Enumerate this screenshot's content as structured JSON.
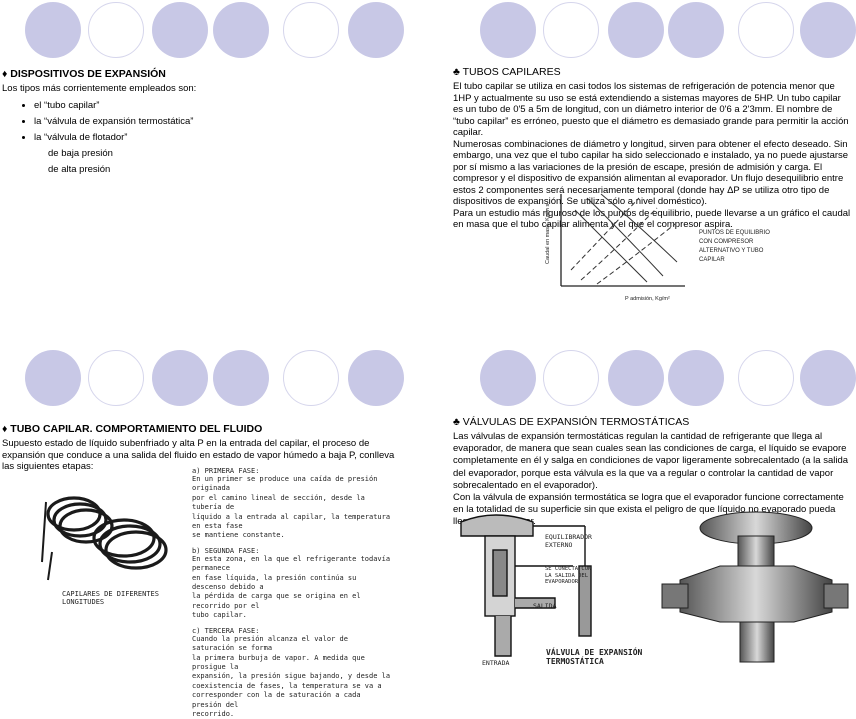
{
  "panel1": {
    "title": "♦ DISPOSITIVOS DE EXPANSIÓN",
    "intro": "Los tipos más corrientemente empleados son:",
    "bullets": [
      "el “tubo capilar”",
      "la “válvula de expansión termostática”",
      "la “válvula de flotador”"
    ],
    "sub1": "de baja presión",
    "sub2": "de alta presión"
  },
  "panel2": {
    "title": "♣ TUBOS CAPILARES",
    "p1": "El tubo capilar se utiliza en casi todos los sistemas de refrigeración de potencia menor que 1HP y actualmente su uso se está extendiendo a sistemas mayores de 5HP. Un tubo capilar es un tubo de 0'5 a 5m de longitud, con un diámetro interior de 0'6 a 2'3mm. El nombre de “tubo capilar” es erróneo, puesto que el diámetro es demasiado grande para permitir la acción capilar.",
    "p2": "Numerosas combinaciones de diámetro y longitud, sirven para obtener el efecto deseado. Sin embargo, una vez que el tubo capilar ha sido seleccionado e instalado, ya no puede ajustarse por sí mismo a las variaciones de la presión de escape, presión de admisión y carga. El compresor y el dispositivo de expansión alimentan al evaporador. Un flujo desequilibrio entre estos 2 componentes será necesariamente temporal (donde hay ΔP se utiliza otro tipo de dispositivos de expansión. Se utiliza sólo a nivel doméstico).",
    "p3": "Para un estudio más riguroso de los puntos de equilibrio, puede llevarse a un gráfico el caudal en masa que el tubo capilar alimenta y el que el compresor aspira.",
    "chart_ylabel": "Caudal en masa, Kg/m s",
    "chart_xlabel": "P admisión, Kg/m²",
    "chart_note": [
      "PUNTOS DE EQUILIBRIO",
      "CON COMPRESOR",
      "ALTERNATIVO Y TUBO",
      "CAPILAR"
    ]
  },
  "panel3": {
    "title": "♦ TUBO CAPILAR. COMPORTAMIENTO DEL FLUIDO",
    "p1": "Supuesto estado de líquido subenfriado y alta P en la entrada del capilar, el proceso de expansión que conduce a una salida del fluido en estado de vapor húmedo a baja P, conlleva las siguientes etapas:",
    "caption": [
      "CAPILARES DE DIFERENTES",
      "LONGITUDES"
    ],
    "phase1_title": "a) PRIMERA FASE:",
    "phase1_text": [
      "En un primer se produce una caída de presión originada",
      "por el camino lineal de sección, desde la tubería de",
      "líquido a la entrada al capilar, la temperatura en esta fase",
      "se mantiene constante."
    ],
    "phase2_title": "b) SEGUNDA FASE:",
    "phase2_text": [
      "En esta zona, en la que el refrigerante todavía permanece",
      "en fase líquida, la presión continúa su descenso debido a",
      "la pérdida de carga que se origina en el recorrido por el",
      "tubo capilar."
    ],
    "phase3_title": "c) TERCERA FASE:",
    "phase3_text": [
      "Cuando la presión alcanza el valor de saturación se forma",
      "la primera burbuja de vapor. A medida que prosigue la",
      "expansión, la presión sigue bajando, y desde la",
      "coexistencia de fases, la temperatura se va a",
      "corresponder con la de saturación a cada presión del",
      "recorrido."
    ]
  },
  "panel4": {
    "title": "♣ VÁLVULAS DE EXPANSIÓN TERMOSTÁTICAS",
    "p1": "Las válvulas de expansión termostáticas regulan la cantidad de refrigerante que llega al evaporador, de manera que sean cuales sean las condiciones de carga, el líquido se evapore completamente en él y salga en condiciones de vapor ligeramente sobrecalentado (a la salida del evaporador, porque esta válvula es la que va a regular o controlar la cantidad de vapor sobrecalentado en el evaporador).",
    "p2": "Con la válvula de expansión termostática se logra que el evaporador funcione correctamente en la totalidad de su superficie sin que exista el peligro de que líquido no evaporado pueda llegar al compresor.",
    "label_equalizer": [
      "EQUILIBRADOR",
      "EXTERNO"
    ],
    "label_connects": [
      "SE CONECTA CON",
      "LA SALIDA DEL",
      "EVAPORADOR"
    ],
    "label_outlet": "SALIDA",
    "label_inlet": "ENTRADA",
    "caption": [
      "VÁLVULA DE EXPANSIÓN",
      "TERMOSTÁTICA"
    ]
  },
  "colors": {
    "circle_dark": "#c8c8e6",
    "circle_border": "#d6d6ec"
  }
}
